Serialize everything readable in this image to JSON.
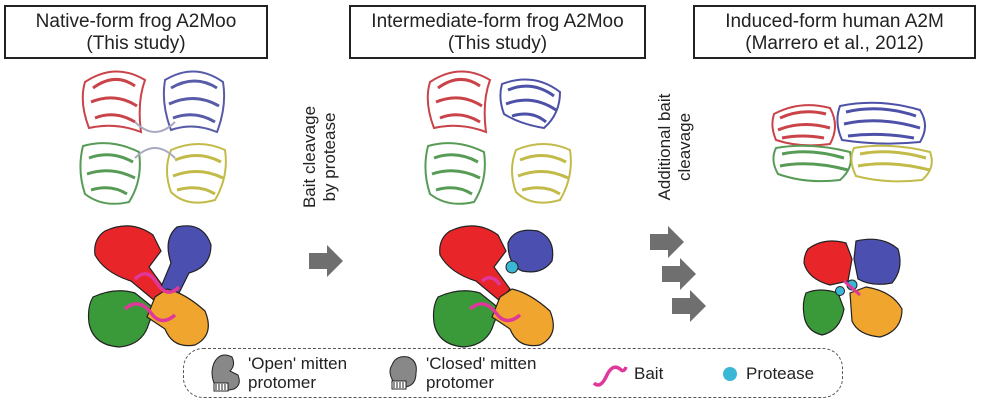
{
  "panels": [
    {
      "title_line1": "Native-form frog A2Moo",
      "title_line2": "(This study)"
    },
    {
      "title_line1": "Intermediate-form frog A2Moo",
      "title_line2": "(This study)"
    },
    {
      "title_line1": "Induced-form human A2M",
      "title_line2": "(Marrero et al., 2012)"
    }
  ],
  "steps": [
    {
      "line1": "Bait cleavage",
      "line2": "by protease"
    },
    {
      "line1": "Additional bait",
      "line2": "cleavage"
    }
  ],
  "legend": {
    "open_line1": "'Open' mitten",
    "open_line2": "protomer",
    "closed_line1": "'Closed' mitten",
    "closed_line2": "protomer",
    "bait": "Bait",
    "protease": "Protease"
  },
  "colors": {
    "red": "#e8262a",
    "blue": "#4a4fb0",
    "green": "#3a9a3a",
    "orange": "#f0a52e",
    "bait": "#e0389a",
    "protease": "#3bb7d6",
    "arrow": "#6f6f6f"
  }
}
